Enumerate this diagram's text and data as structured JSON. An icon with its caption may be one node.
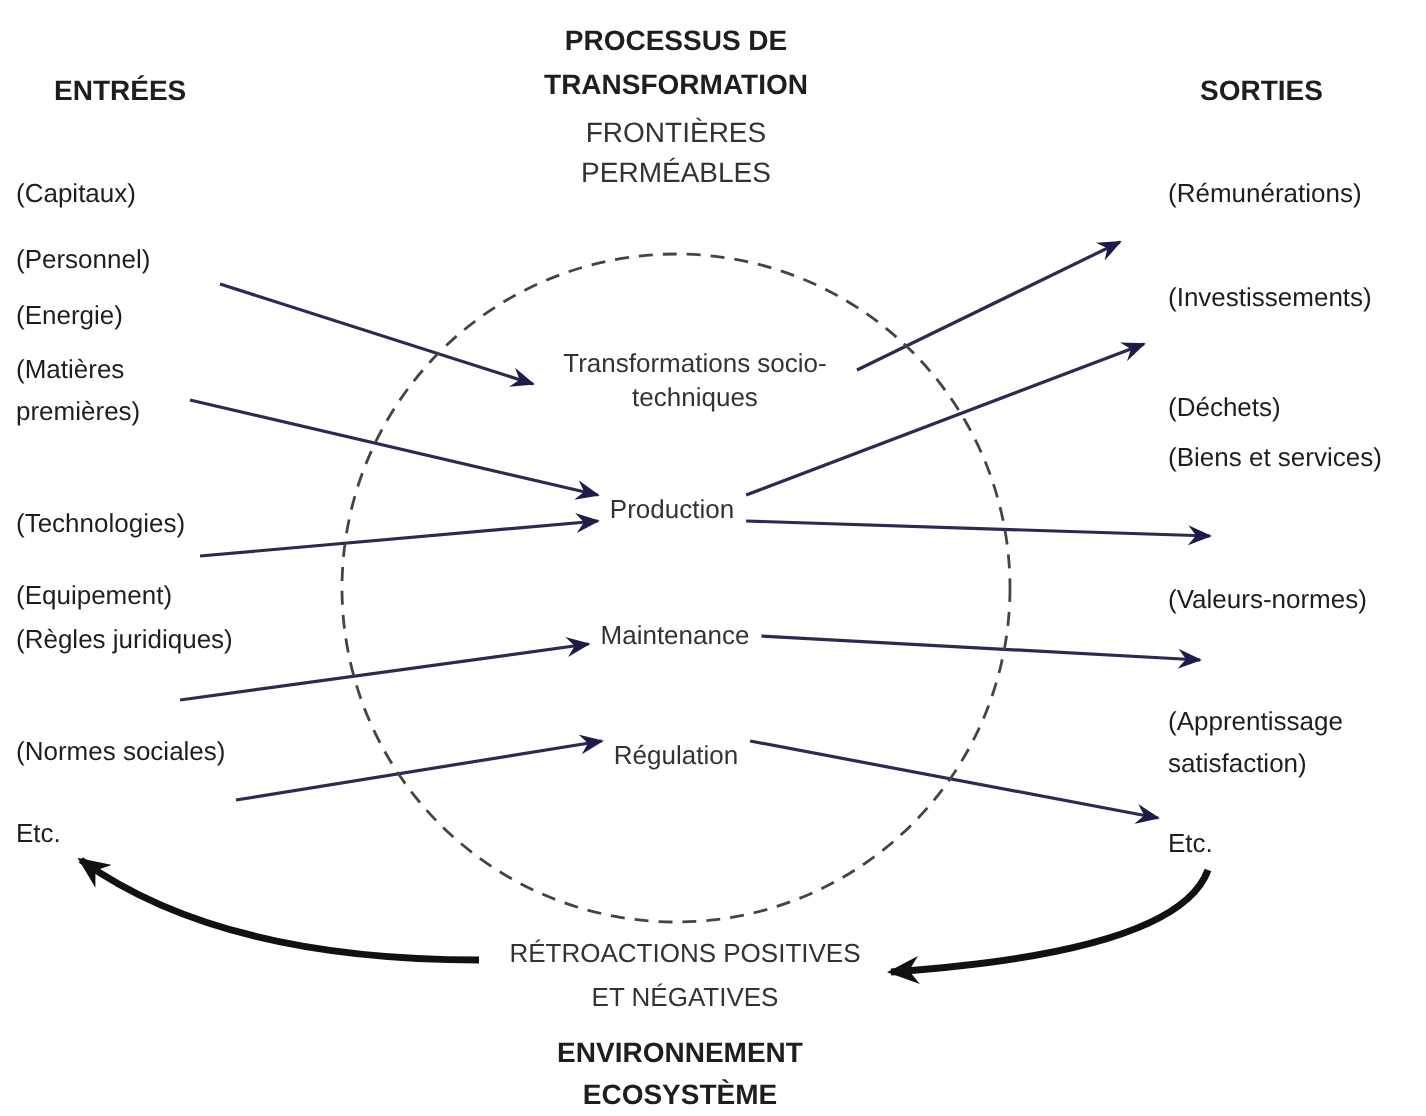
{
  "diagram": {
    "nodes": [
      {
        "text": [
          "PROCESSUS DE TRANSFORMATION",
          "FRONTIÈRES PERMÉABLES"
        ]
      },
      {
        "text": [
          "Transformations socio-techniques"
        ],
        "in": 0
      },
      {
        "text": [
          "Production"
        ],
        "in": 0
      },
      {
        "text": [
          "Maintenance"
        ],
        "in": 0
      },
      {
        "text": [
          "Régulation"
        ],
        "in": 0
      },
      {
        "text": [
          "RÉTROACTIONS POSITIVES ET NÉGATIVES"
        ]
      },
      {
        "text": [
          "Etc."
        ]
      },
      {
        "text": [
          "Etc."
        ]
      }
    ],
    "edges": [
      {
        "from": null,
        "to": 1,
        "arrow": "to"
      },
      {
        "from": null,
        "to": 2,
        "arrow": "to"
      },
      {
        "from": null,
        "to": 2,
        "arrow": "to"
      },
      {
        "from": null,
        "to": 3,
        "arrow": "to"
      },
      {
        "from": null,
        "to": 4,
        "arrow": "to"
      },
      {
        "from": 1,
        "to": null,
        "arrow": "to"
      },
      {
        "from": 2,
        "to": null,
        "arrow": "to"
      },
      {
        "from": 2,
        "to": null,
        "arrow": "to"
      },
      {
        "from": 3,
        "to": null,
        "arrow": "to"
      },
      {
        "from": 4,
        "to": 7,
        "arrow": "to"
      },
      {
        "from": 5,
        "to": 6,
        "arrow": "to",
        "style": "thick"
      },
      {
        "from": 7,
        "to": 5,
        "arrow": "to",
        "style": "thick"
      }
    ],
    "labels": [
      "ENTRÉES",
      "SORTIES",
      "(Capitaux)",
      "(Personnel)",
      "(Energie)",
      "(Matières premières)",
      "(Technologies)",
      "(Equipement)",
      "(Règles juridiques)",
      "(Normes sociales)",
      "(Rémunérations)",
      "(Investissements)",
      "(Déchets)",
      "(Biens et services)",
      "(Valeurs-normes)",
      "(Apprentissage satisfaction)",
      "ENVIRONNEMENT ECOSYSTÈME"
    ]
  }
}
